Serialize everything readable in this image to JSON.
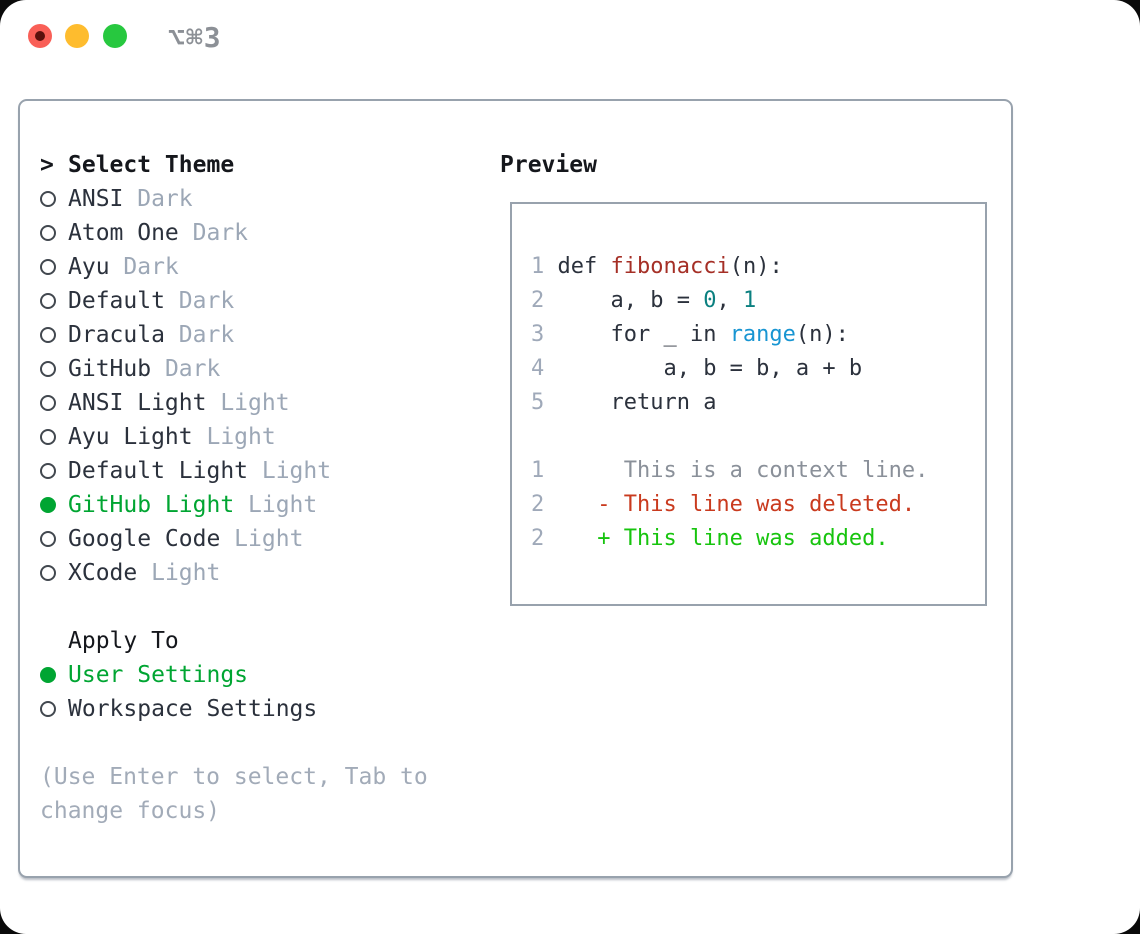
{
  "window": {
    "title": "⌥⌘3"
  },
  "colors": {
    "text": "#2b313c",
    "heading": "#15171c",
    "muted": "#9ca7b6",
    "help": "#a2abb8",
    "lineno": "#9fa9b9",
    "border": "#98a2ad",
    "circle-stroke": "#42484f",
    "green-select": "#00a532",
    "code-func": "#a52f26",
    "code-number": "#0b8080",
    "code-builtin": "#1895d2",
    "diff-context": "#8a9099",
    "diff-deleted": "#c93a1e",
    "diff-added": "#17c40e",
    "titlebar-text": "#8c9096",
    "tl-red": "#f95f57",
    "tl-red-dot": "#5a100c",
    "tl-yellow": "#febc2e",
    "tl-green": "#27c83f"
  },
  "theme_panel": {
    "header": {
      "prompt": ">",
      "label": "Select Theme"
    },
    "themes": [
      {
        "name": "ANSI",
        "variant": "Dark",
        "selected": false
      },
      {
        "name": "Atom One",
        "variant": "Dark",
        "selected": false
      },
      {
        "name": "Ayu",
        "variant": "Dark",
        "selected": false
      },
      {
        "name": "Default",
        "variant": "Dark",
        "selected": false
      },
      {
        "name": "Dracula",
        "variant": "Dark",
        "selected": false
      },
      {
        "name": "GitHub",
        "variant": "Dark",
        "selected": false
      },
      {
        "name": "ANSI Light",
        "variant": "Light",
        "selected": false
      },
      {
        "name": "Ayu Light",
        "variant": "Light",
        "selected": false
      },
      {
        "name": "Default Light",
        "variant": "Light",
        "selected": false
      },
      {
        "name": "GitHub Light",
        "variant": "Light",
        "selected": true
      },
      {
        "name": "Google Code",
        "variant": "Light",
        "selected": false
      },
      {
        "name": "XCode",
        "variant": "Light",
        "selected": false
      }
    ],
    "apply_to": {
      "label": "Apply To",
      "options": [
        {
          "name": "User Settings",
          "selected": true
        },
        {
          "name": "Workspace Settings",
          "selected": false
        }
      ]
    },
    "help": {
      "line1": "(Use Enter to select, Tab to",
      "line2": "change focus)"
    }
  },
  "preview": {
    "label": "Preview",
    "code_lines": [
      [
        [
          "num",
          "1"
        ],
        [
          "plain",
          " def "
        ],
        [
          "func",
          "fibonacci"
        ],
        [
          "plain",
          "(n):"
        ]
      ],
      [
        [
          "num",
          "2"
        ],
        [
          "plain",
          "     a, b = "
        ],
        [
          "tealnum",
          "0"
        ],
        [
          "plain",
          ", "
        ],
        [
          "tealnum",
          "1"
        ]
      ],
      [
        [
          "num",
          "3"
        ],
        [
          "plain",
          "     for _ in "
        ],
        [
          "builtin",
          "range"
        ],
        [
          "plain",
          "(n):"
        ]
      ],
      [
        [
          "num",
          "4"
        ],
        [
          "plain",
          "         a, b = b, a + b"
        ]
      ],
      [
        [
          "num",
          "5"
        ],
        [
          "plain",
          "     return a"
        ]
      ],
      [],
      [
        [
          "num",
          "1"
        ],
        [
          "ctx",
          "      This is a context line."
        ]
      ],
      [
        [
          "num",
          "2"
        ],
        [
          "del",
          "    - This line was deleted."
        ]
      ],
      [
        [
          "num",
          "2"
        ],
        [
          "add",
          "    + This line was added."
        ]
      ]
    ]
  }
}
